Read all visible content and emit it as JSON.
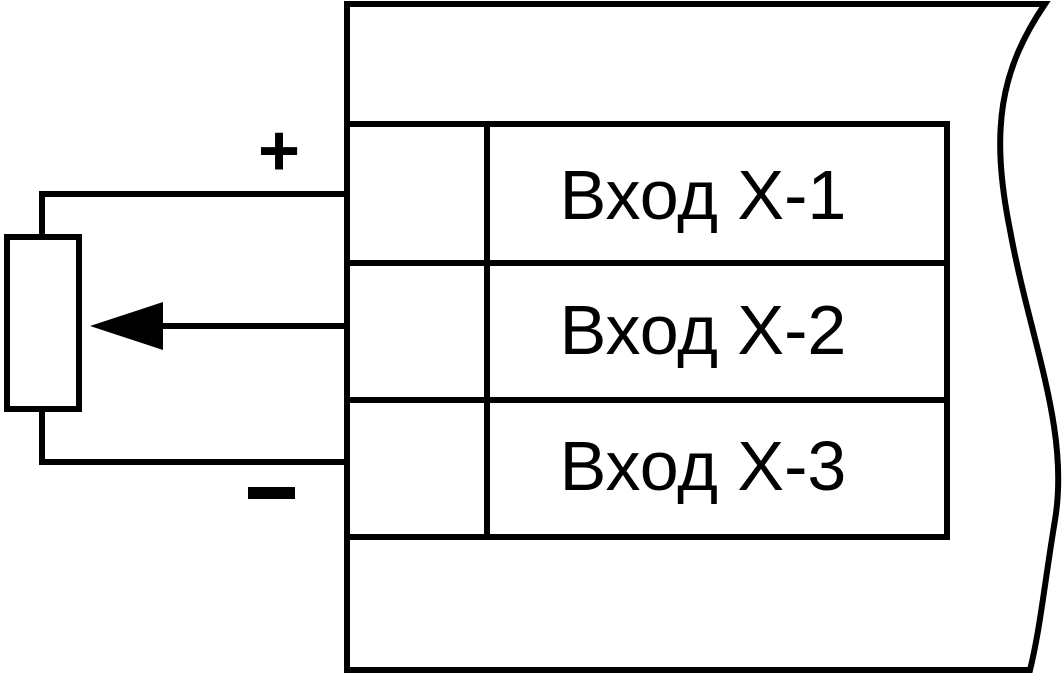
{
  "terminals": [
    {
      "label": "Вход Х-1"
    },
    {
      "label": "Вход Х-2"
    },
    {
      "label": "Вход Х-3"
    }
  ],
  "polarity": {
    "plus": "+",
    "minus": "–"
  },
  "colors": {
    "line": "#000000",
    "background": "#ffffff"
  }
}
